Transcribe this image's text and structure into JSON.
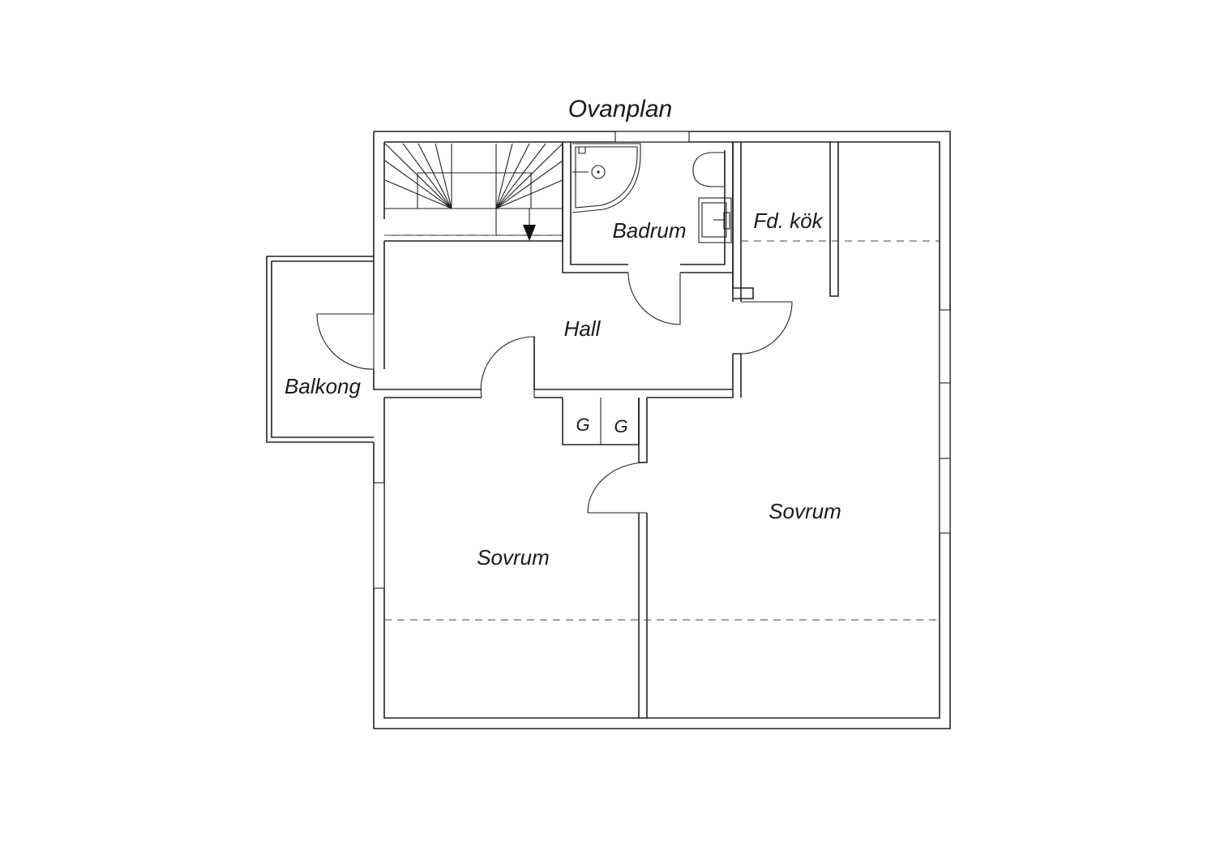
{
  "floor_title": "Ovanplan",
  "rooms": {
    "badrum": "Badrum",
    "fd_kok": "Fd. kök",
    "hall": "Hall",
    "balkong": "Balkong",
    "sovrum_left": "Sovrum",
    "sovrum_right": "Sovrum"
  },
  "closets": {
    "left": "G",
    "right": "G"
  },
  "colors": {
    "line": "#222222",
    "background": "#ffffff"
  },
  "icons": [
    "staircase-icon",
    "shower-icon",
    "toilet-icon",
    "sink-icon",
    "stair-direction-arrow-icon"
  ]
}
